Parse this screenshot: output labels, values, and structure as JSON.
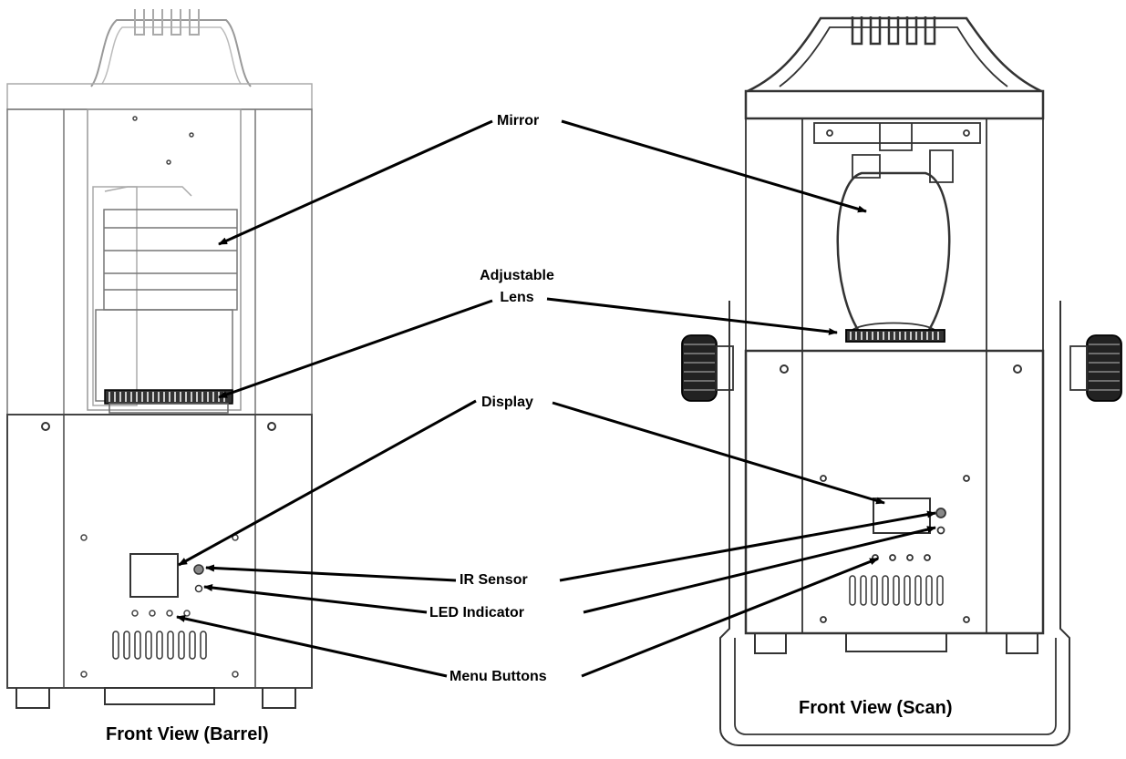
{
  "labels": {
    "mirror": "Mirror",
    "adjustable_lens_line1": "Adjustable",
    "adjustable_lens_line2": "Lens",
    "display": "Display",
    "ir_sensor": "IR Sensor",
    "led_indicator": "LED Indicator",
    "menu_buttons": "Menu Buttons"
  },
  "captions": {
    "left": "Front View (Barrel)",
    "right": "Front View (Scan)"
  }
}
